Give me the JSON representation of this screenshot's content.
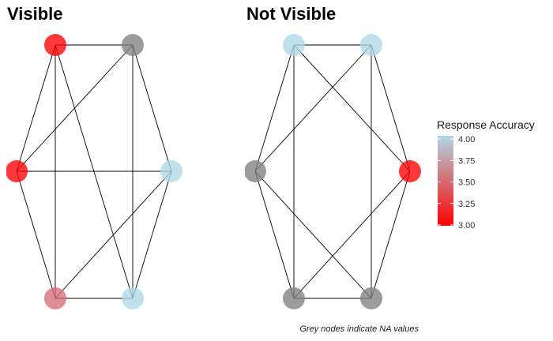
{
  "colors": {
    "low": "#ff0000",
    "high": "#add8e6",
    "na": "#808080",
    "edge": "#000000"
  },
  "legend": {
    "title": "Response Accuracy",
    "min": 3.0,
    "max": 4.0,
    "ticks": [
      "3.00",
      "3.25",
      "3.50",
      "3.75",
      "4.00"
    ]
  },
  "caption": "Grey nodes indicate NA values",
  "panels": [
    {
      "title": "Visible",
      "nodes": [
        {
          "id": "top-left",
          "value": 3.0
        },
        {
          "id": "top-right",
          "value": null
        },
        {
          "id": "middle-left",
          "value": 3.0
        },
        {
          "id": "middle-right",
          "value": 4.0
        },
        {
          "id": "bottom-left",
          "value": 3.5
        },
        {
          "id": "bottom-right",
          "value": 4.0
        }
      ],
      "edges": [
        [
          "top-left",
          "top-right"
        ],
        [
          "top-left",
          "middle-left"
        ],
        [
          "top-left",
          "bottom-left"
        ],
        [
          "top-left",
          "bottom-right"
        ],
        [
          "top-right",
          "middle-right"
        ],
        [
          "top-right",
          "bottom-right"
        ],
        [
          "top-right",
          "middle-left"
        ],
        [
          "middle-left",
          "bottom-left"
        ],
        [
          "middle-left",
          "middle-right"
        ],
        [
          "middle-right",
          "bottom-right"
        ],
        [
          "middle-right",
          "bottom-left"
        ],
        [
          "bottom-left",
          "bottom-right"
        ]
      ]
    },
    {
      "title": "Not Visible",
      "nodes": [
        {
          "id": "top-left",
          "value": 4.0
        },
        {
          "id": "top-right",
          "value": 4.0
        },
        {
          "id": "middle-left",
          "value": null
        },
        {
          "id": "middle-right",
          "value": 3.0
        },
        {
          "id": "bottom-left",
          "value": null
        },
        {
          "id": "bottom-right",
          "value": null
        }
      ],
      "edges": [
        [
          "top-left",
          "top-right"
        ],
        [
          "top-left",
          "middle-left"
        ],
        [
          "top-left",
          "bottom-left"
        ],
        [
          "top-left",
          "middle-right"
        ],
        [
          "top-right",
          "middle-right"
        ],
        [
          "top-right",
          "middle-left"
        ],
        [
          "top-right",
          "bottom-right"
        ],
        [
          "middle-left",
          "bottom-left"
        ],
        [
          "middle-left",
          "bottom-right"
        ],
        [
          "middle-right",
          "bottom-right"
        ],
        [
          "middle-right",
          "bottom-left"
        ],
        [
          "bottom-left",
          "bottom-right"
        ]
      ]
    }
  ]
}
